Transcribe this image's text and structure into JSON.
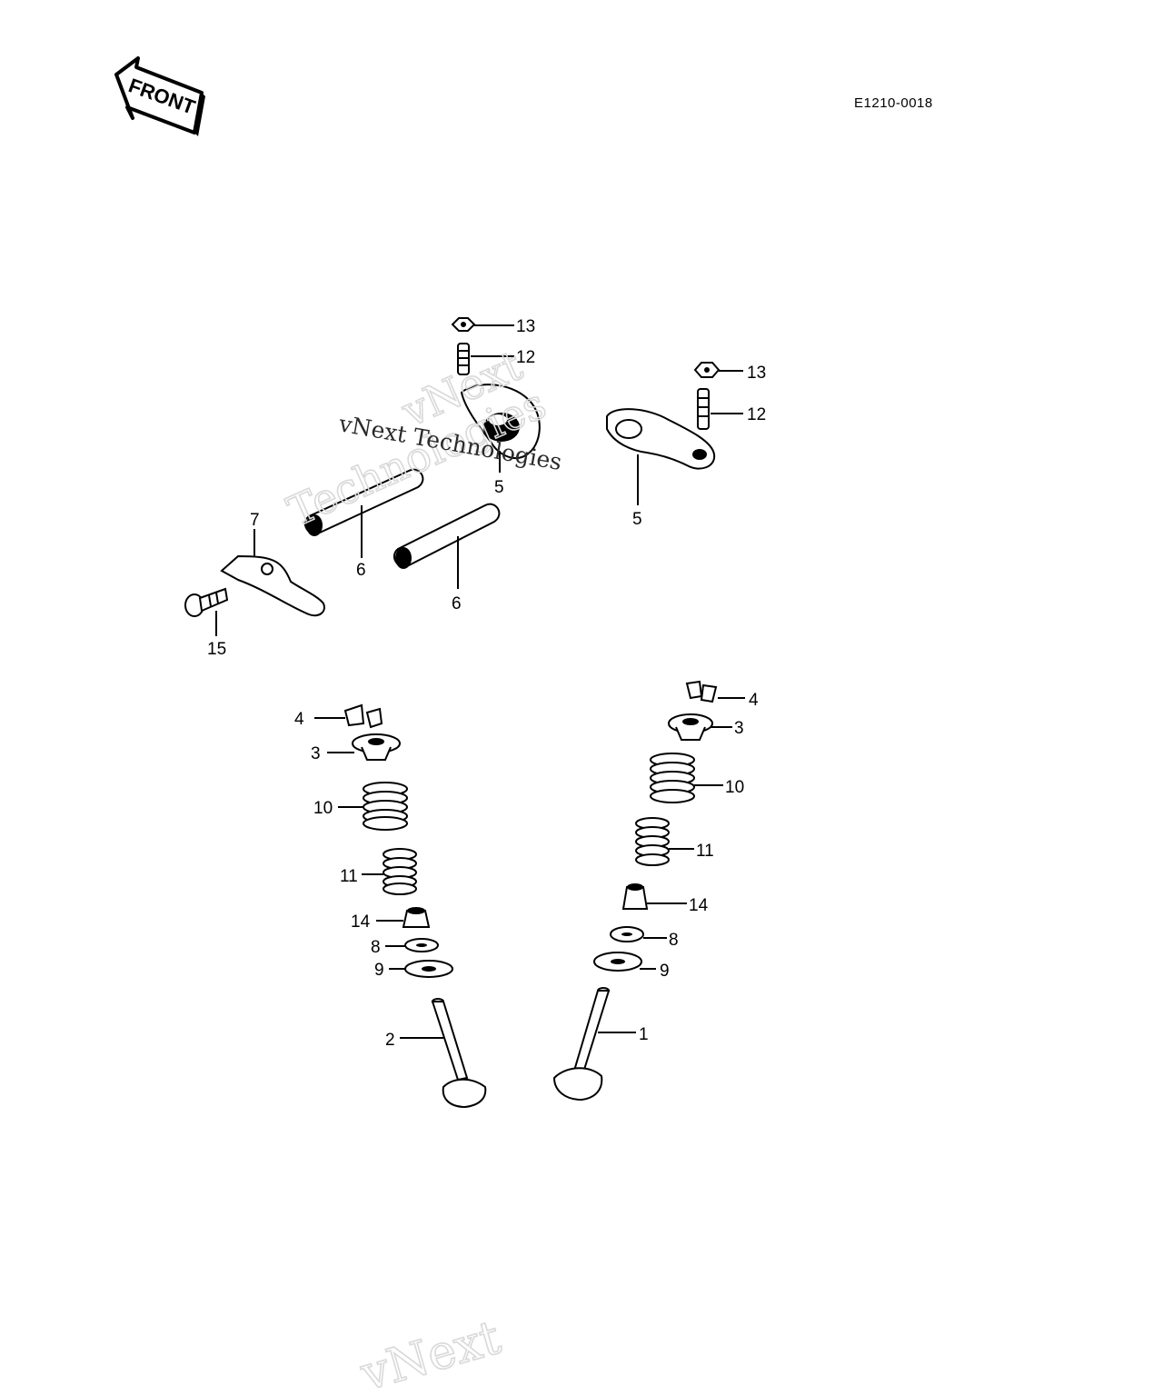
{
  "diagram_code": "E1210-0018",
  "front_label": "FRONT",
  "watermark": {
    "text": "vNext Technologies",
    "line1": "vNext",
    "line2": "Technologies",
    "bottom": "vNext"
  },
  "callouts": [
    {
      "id": "c13a",
      "label": "13"
    },
    {
      "id": "c12a",
      "label": "12"
    },
    {
      "id": "c13b",
      "label": "13"
    },
    {
      "id": "c12b",
      "label": "12"
    },
    {
      "id": "c5a",
      "label": "5"
    },
    {
      "id": "c5b",
      "label": "5"
    },
    {
      "id": "c7",
      "label": "7"
    },
    {
      "id": "c6a",
      "label": "6"
    },
    {
      "id": "c6b",
      "label": "6"
    },
    {
      "id": "c15",
      "label": "15"
    },
    {
      "id": "c4a",
      "label": "4"
    },
    {
      "id": "c3a",
      "label": "3"
    },
    {
      "id": "c10a",
      "label": "10"
    },
    {
      "id": "c11a",
      "label": "11"
    },
    {
      "id": "c14a",
      "label": "14"
    },
    {
      "id": "c8a",
      "label": "8"
    },
    {
      "id": "c9a",
      "label": "9"
    },
    {
      "id": "c2",
      "label": "2"
    },
    {
      "id": "c4b",
      "label": "4"
    },
    {
      "id": "c3b",
      "label": "3"
    },
    {
      "id": "c10b",
      "label": "10"
    },
    {
      "id": "c11b",
      "label": "11"
    },
    {
      "id": "c14b",
      "label": "14"
    },
    {
      "id": "c8b",
      "label": "8"
    },
    {
      "id": "c9b",
      "label": "9"
    },
    {
      "id": "c1",
      "label": "1"
    }
  ]
}
